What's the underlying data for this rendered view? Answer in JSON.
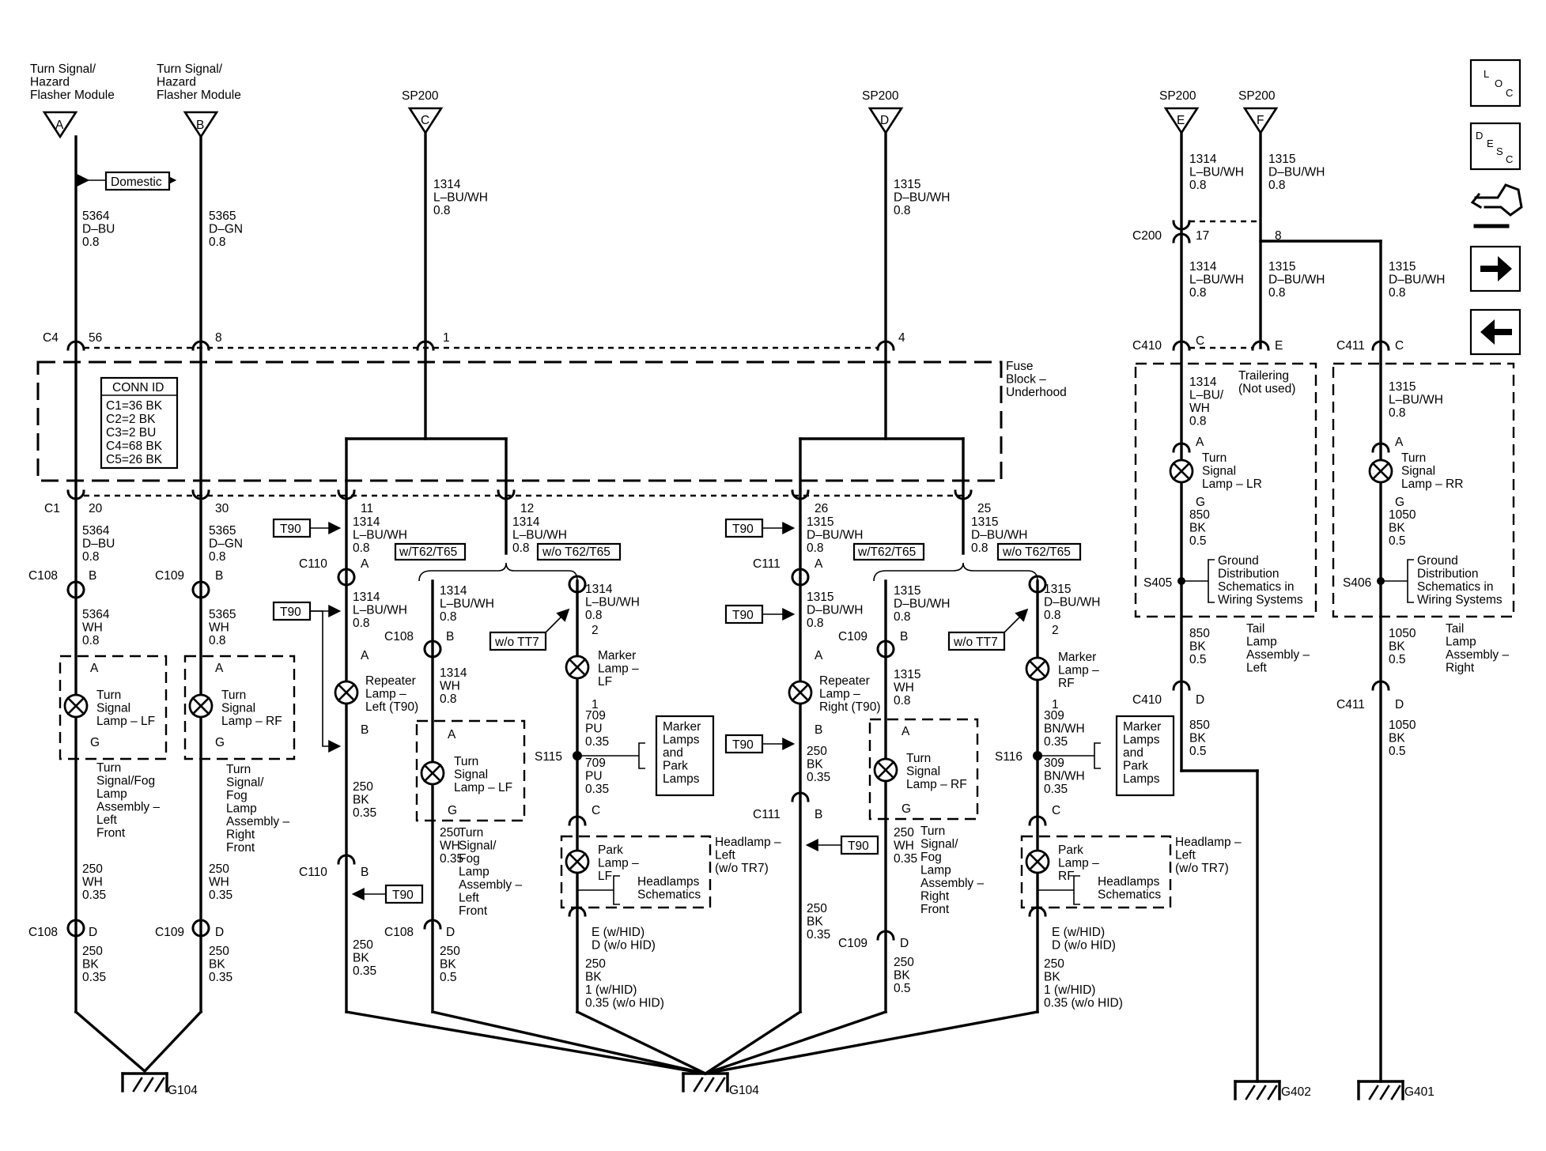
{
  "flasher": {
    "title_a": "Turn Signal/\nHazard\nFlasher Module",
    "title_b": "Turn Signal/\nHazard\nFlasher Module",
    "pin_a": "A",
    "pin_b": "B",
    "domestic": "Domestic"
  },
  "sp200": {
    "label": "SP200",
    "pins": [
      "C",
      "D",
      "E",
      "F"
    ]
  },
  "fuse_block": {
    "label": "Fuse\nBlock –\nUnderhood",
    "conn_id_title": "CONN ID",
    "conn_ids": [
      "C1=36 BK",
      "C2=2 BK",
      "C3=2 BU",
      "C4=68 BK",
      "C5=26 BK"
    ]
  },
  "connectors": {
    "C4": "C4",
    "C1": "C1",
    "C108": "C108",
    "C109": "C109",
    "C110": "C110",
    "C111": "C111",
    "C200": "C200",
    "C410": "C410",
    "C411": "C411",
    "S115": "S115",
    "S116": "S116",
    "S405": "S405",
    "S406": "S406"
  },
  "pins": {
    "c4_56": "56",
    "c4_8": "8",
    "c4_1": "1",
    "c4_4": "4",
    "c1_20": "20",
    "c1_30": "30",
    "c1_11": "11",
    "c1_12": "12",
    "c1_26": "26",
    "c1_25": "25",
    "c200_17": "17",
    "c200_8": "8",
    "c410_c": "C",
    "c410_e": "E",
    "c411_c": "C",
    "c410_d": "D",
    "c411_d": "D",
    "a": "A",
    "b": "B",
    "c": "C",
    "d": "D",
    "e": "E",
    "g": "G",
    "one": "1",
    "two": "2"
  },
  "wires": {
    "w5364_dbu": "5364\nD–BU\n0.8",
    "w5365_dgn": "5365\nD–GN\n0.8",
    "w1314_lbuwh": "1314\nL–BU/WH\n0.8",
    "w1315_dbuwh": "1315\nD–BU/WH\n0.8",
    "w5364_wh": "5364\nWH\n0.8",
    "w5365_wh": "5365\nWH\n0.8",
    "w1314_wh": "1314\nWH\n0.8",
    "w1315_wh": "1315\nWH\n0.8",
    "w250_wh": "250\nWH\n0.35",
    "w250_bk_035": "250\nBK\n0.35",
    "w250_bk_05": "250\nBK\n0.5",
    "w709_pu": "709\nPU\n0.35",
    "w309_bnwh": "309\nBN/WH\n0.35",
    "w250_bk_hid": "250\nBK\n1 (w/HID)\n0.35 (w/o HID)",
    "w1314_lbuwh_split": "1314\nL–BU/\nWH\n0.8",
    "w1315_lbuwh": "1315\nL–BU/WH\n0.8",
    "w850_bk": "850\nBK\n0.5",
    "w1050_bk": "1050\nBK\n0.5",
    "hid_pins": "E (w/HID)\nD (w/o HID)"
  },
  "tags": {
    "t90": "T90",
    "w_t62": "w/T62/T65",
    "wo_t62": "w/o T62/T65",
    "wo_tt7": "w/o TT7"
  },
  "components": {
    "turn_lf_front": "Turn\nSignal\nLamp – LF",
    "turn_rf_front": "Turn\nSignal\nLamp – RF",
    "repeater_left": "Repeater\nLamp –\nLeft (T90)",
    "repeater_right": "Repeater\nLamp –\nRight (T90)",
    "turn_lf_fog": "Turn\nSignal\nLamp – LF",
    "turn_rf_fog": "Turn\nSignal\nLamp – RF",
    "marker_lf": "Marker\nLamp –\nLF",
    "marker_rf": "Marker\nLamp –\nRF",
    "park_lf": "Park\nLamp –\nLF",
    "park_rf": "Park\nLamp –\nRF",
    "turn_lr": "Turn\nSignal\nLamp – LR",
    "turn_rr": "Turn\nSignal\nLamp – RR",
    "trailering": "Trailering\n(Not used)",
    "marker_park_refs": "Marker\nLamps\nand\nPark\nLamps",
    "headlamps_refs": "Headlamps\nSchematics",
    "ground_refs": "Ground\nDistribution\nSchematics in\nWiring Systems"
  },
  "assemblies": {
    "fog_left_front": "Turn\nSignal/Fog\nLamp\nAssembly –\nLeft\nFront",
    "fog_right_front": "Turn\nSignal/\nFog\nLamp\nAssembly –\nRight\nFront",
    "fog_left_front_2": "Turn\nSignal/\nFog\nLamp\nAssembly –\nLeft\nFront",
    "fog_right_front_2": "Turn\nSignal/\nFog\nLamp\nAssembly –\nRight\nFront",
    "headlamp_left": "Headlamp –\nLeft\n(w/o TR7)",
    "headlamp_right": "Headlamp –\nLeft\n(w/o TR7)",
    "tail_left": "Tail\nLamp\nAssembly –\nLeft",
    "tail_right": "Tail\nLamp\nAssembly –\nRight"
  },
  "grounds": {
    "g104_a": "G104",
    "g104_b": "G104",
    "g402": "G402",
    "g401": "G401"
  },
  "nav": {
    "loc": "LOC",
    "desc": "DESC"
  }
}
